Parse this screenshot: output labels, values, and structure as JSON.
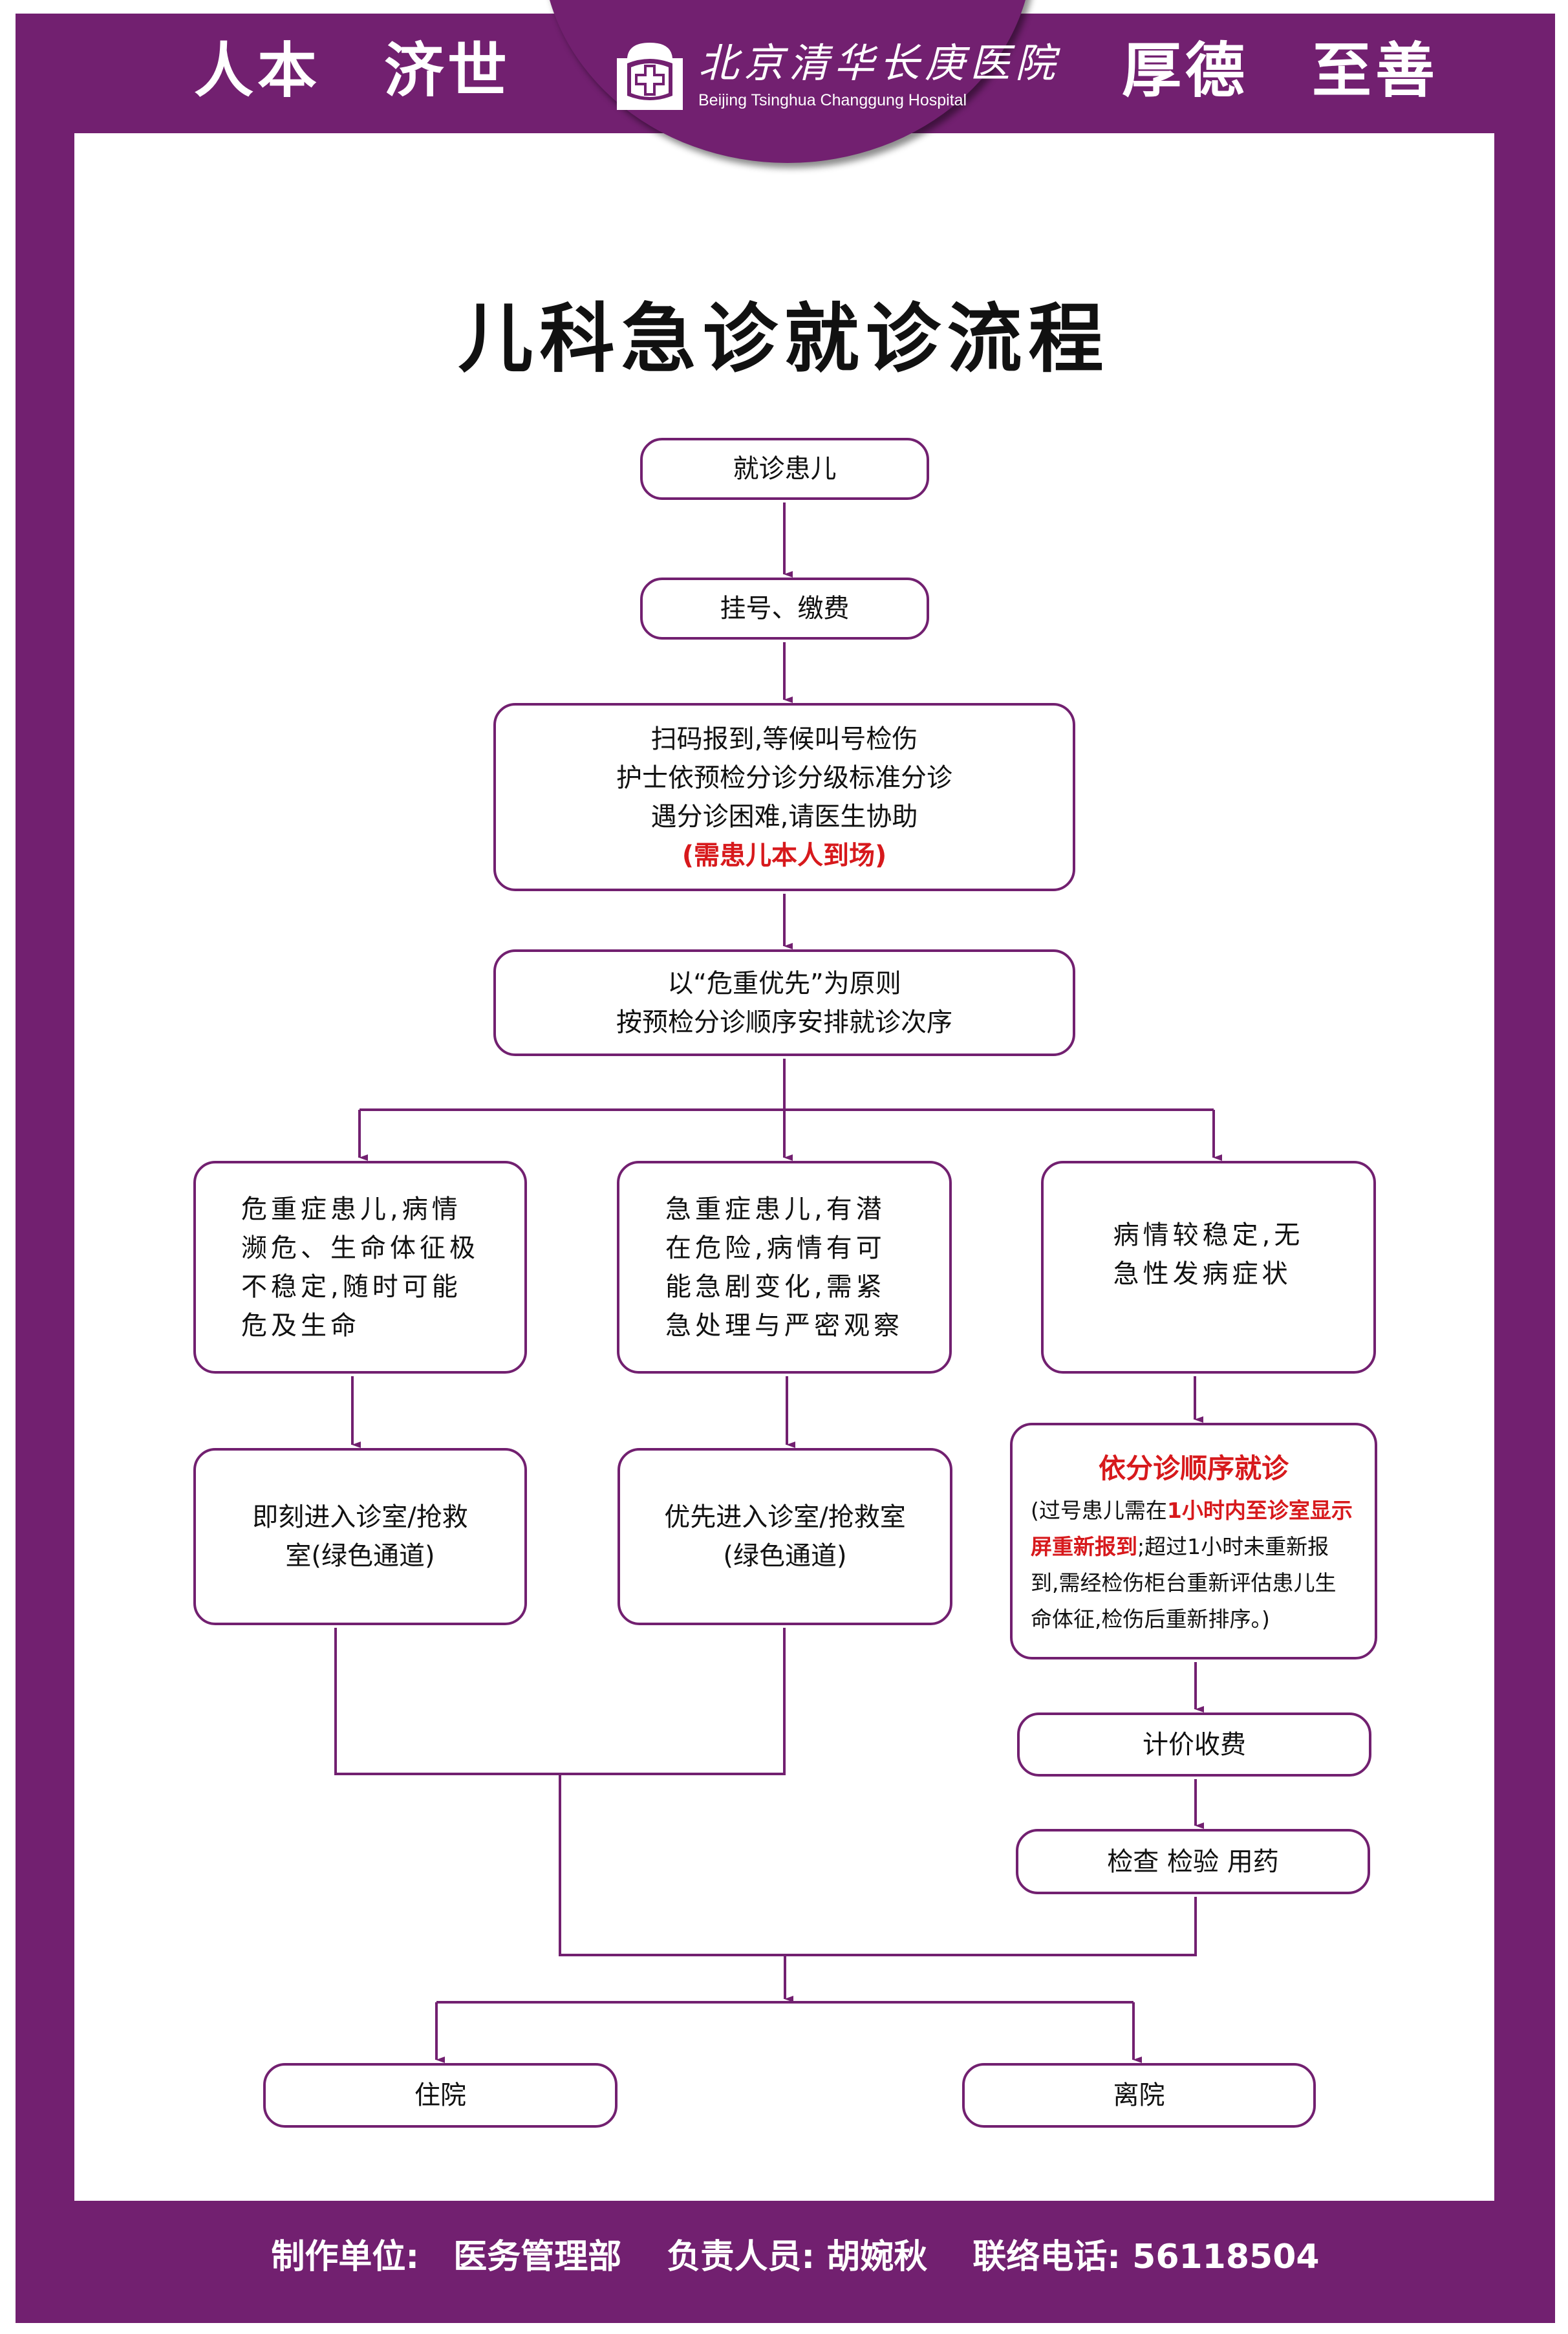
{
  "header": {
    "left_motto": "人本　济世",
    "right_motto": "厚德　至善",
    "logo_icon": "hospital-cross-icon",
    "logo_name_cn": "北京清华长庚医院",
    "logo_name_en": "Beijing Tsinghua Changgung Hospital"
  },
  "colors": {
    "brand_purple": "#722070",
    "highlight_red": "#d7191c",
    "text": "#111111"
  },
  "title": "儿科急诊就诊流程",
  "flow": {
    "step1": "就诊患儿",
    "step2": "挂号、缴费",
    "step3": {
      "lines": [
        "扫码报到,等候叫号检伤",
        "护士依预检分诊分级标准分诊",
        "遇分诊困难,请医生协助"
      ],
      "note": "(需患儿本人到场)"
    },
    "step4": {
      "lines": [
        "以“危重优先”为原则",
        "按预检分诊顺序安排就诊次序"
      ]
    },
    "branches": [
      {
        "condition": [
          "危重症患儿,病情",
          "濒危、生命体征极",
          "不稳定,随时可能",
          "危及生命"
        ],
        "action": [
          "即刻进入诊室/抢救",
          "室(绿色通道)"
        ]
      },
      {
        "condition": [
          "急重症患儿,有潜",
          "在危险,病情有可",
          "能急剧变化,需紧",
          "急处理与严密观察"
        ],
        "action": [
          "优先进入诊室/抢救室",
          "(绿色通道)"
        ]
      },
      {
        "condition": [
          "病情较稳定,无",
          "急性发病症状"
        ],
        "action_title": "依分诊顺序就诊",
        "action_note": {
          "part1": "(过号患儿需在",
          "part2_highlight": "1小时内至诊室显示屏重新报到",
          "part3": ";超过1小时未重新报到,需经检伤柜台重新评估患儿生命体征,检伤后重新排序。)"
        },
        "followups": [
          "计价收费",
          "检查 检验 用药"
        ]
      }
    ],
    "outcomes": [
      "住院",
      "离院"
    ]
  },
  "footer": {
    "unit_label": "制作单位:",
    "unit_value": "医务管理部",
    "person_label": "负责人员:",
    "person_value": "胡婉秋",
    "phone_label": "联络电话:",
    "phone_value": "56118504"
  }
}
